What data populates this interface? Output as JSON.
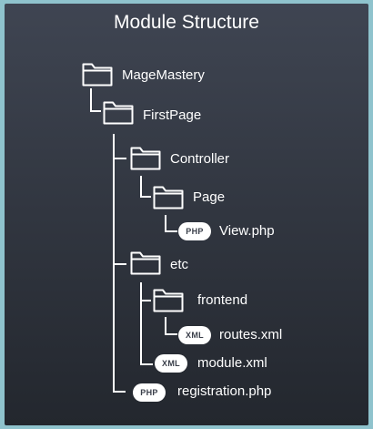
{
  "title": "Module Structure",
  "nodes": [
    {
      "name": "MageMastery",
      "type": "folder"
    },
    {
      "name": "FirstPage",
      "type": "folder"
    },
    {
      "name": "Controller",
      "type": "folder"
    },
    {
      "name": "Page",
      "type": "folder"
    },
    {
      "name": "View.php",
      "type": "file",
      "badge": "PHP"
    },
    {
      "name": "etc",
      "type": "folder"
    },
    {
      "name": "frontend",
      "type": "folder"
    },
    {
      "name": "routes.xml",
      "type": "file",
      "badge": "XML"
    },
    {
      "name": "module.xml",
      "type": "file",
      "badge": "XML"
    },
    {
      "name": "registration.php",
      "type": "file",
      "badge": "PHP"
    }
  ],
  "colors": {
    "background_top": "#3f4552",
    "background_bottom": "#23272e",
    "outer": "#8fc3cd",
    "line": "#ffffff"
  }
}
